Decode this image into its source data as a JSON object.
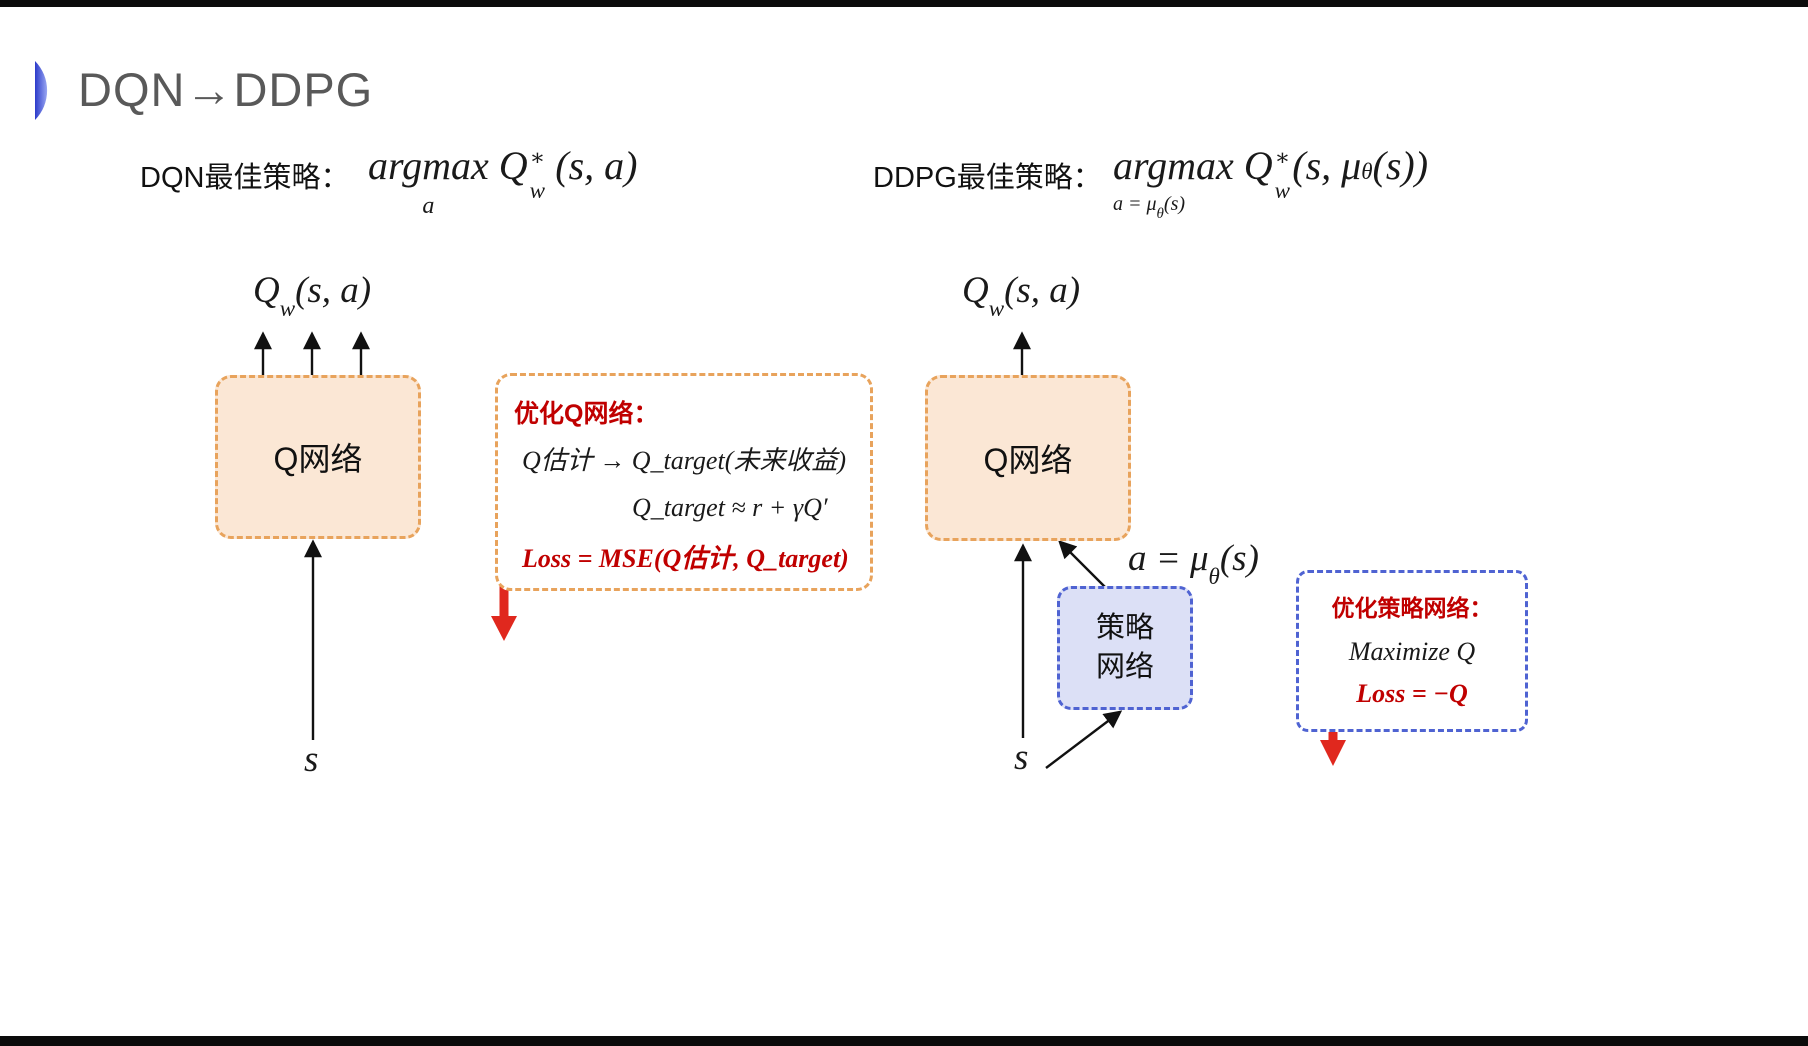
{
  "slide": {
    "title": "DQN→DDPG",
    "colors": {
      "orange_fill": "#fbe7d5",
      "orange_border": "#e8a35c",
      "blue_fill": "#dce0f6",
      "blue_border": "#4f63d2",
      "red_text": "#c00000",
      "red_arrow": "#e0281e",
      "title_gray": "#595959"
    },
    "dqn": {
      "header": "DQN最佳策略：",
      "formula": {
        "argmax": "argmax",
        "under": "a",
        "q": "Q",
        "q_sup": "∗",
        "q_sub": "w",
        "args": "(s, a)"
      },
      "output": {
        "q": "Q",
        "sub": "w",
        "args": "(s, a)"
      },
      "qnet_label": "Q网络",
      "input": "s"
    },
    "ddpg": {
      "header": "DDPG最佳策略：",
      "formula": {
        "argmax": "argmax",
        "under_pre": "a = μ",
        "under_sub": "θ",
        "under_post": "(s)",
        "q": "Q",
        "q_sup": "∗",
        "q_sub": "w",
        "args_pre": "(s, μ",
        "args_sub": "θ",
        "args_post": "(s))"
      },
      "output": {
        "q": "Q",
        "sub": "w",
        "args": "(s, a)"
      },
      "qnet_label": "Q网络",
      "policy_label": "策略\n网络",
      "action": {
        "pre": "a = μ",
        "sub": "θ",
        "post": "(s)"
      },
      "input": "s"
    },
    "q_opt_box": {
      "title": "优化Q网络：",
      "line1": "Q估计 → Q_target(未来收益)",
      "line2": "Q_target ≈ r + γQ′",
      "loss": "Loss = MSE(Q估计, Q_target)"
    },
    "policy_opt_box": {
      "title": "优化策略网络：",
      "line1": "Maximize Q",
      "loss": "Loss = −Q"
    }
  }
}
